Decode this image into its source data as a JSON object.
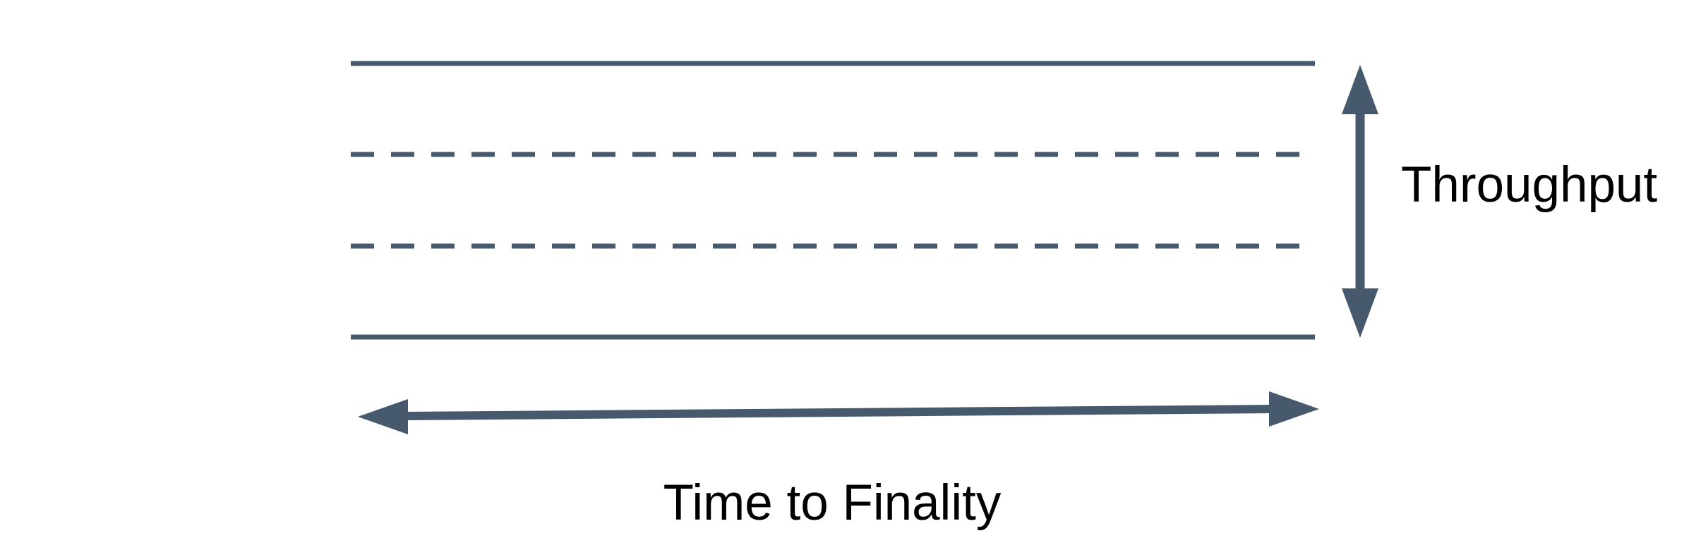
{
  "diagram": {
    "title": "Throughput vs Time to Finality band diagram",
    "labels": {
      "vertical_arrow": "Throughput",
      "horizontal_arrow": "Time to Finality"
    },
    "colors": {
      "shape": "#47596d",
      "label_text": "#000000",
      "background": "#ffffff"
    },
    "band": {
      "line_styles": [
        "solid",
        "dashed",
        "dashed",
        "solid"
      ],
      "line_count": 4
    }
  }
}
